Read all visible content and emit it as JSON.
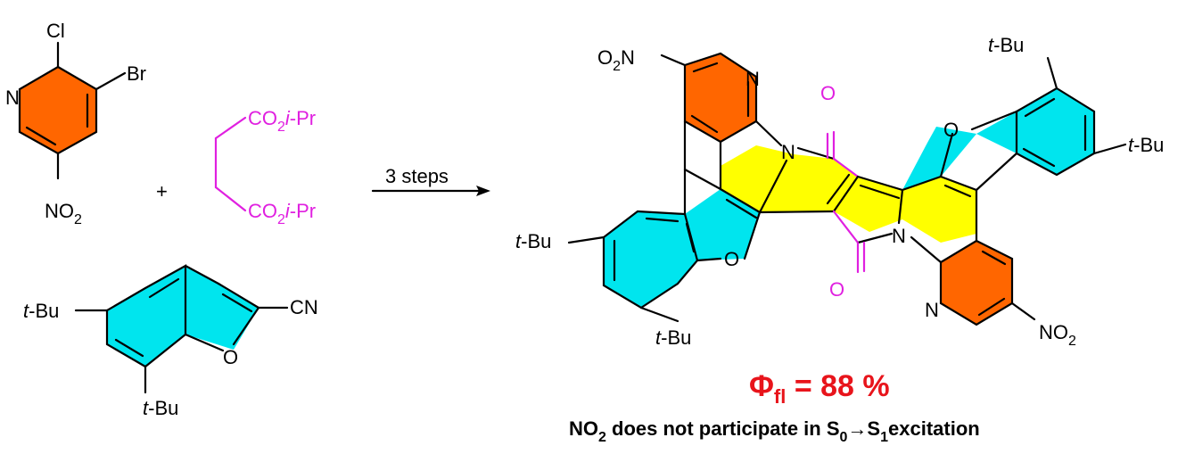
{
  "reactants": {
    "pyridine": {
      "cl": "Cl",
      "br": "Br",
      "n": "N",
      "no2": "NO",
      "no2_sub": "2"
    },
    "plus": "+",
    "diester": {
      "top_co": "CO",
      "top_sub": "2",
      "top_i": "i",
      "top_pr": "-Pr",
      "bot_co": "CO",
      "bot_sub": "2",
      "bot_i": "i",
      "bot_pr": "-Pr"
    },
    "benzofuran": {
      "tbu_left_t": "t",
      "tbu_left": "-Bu",
      "cn": "CN",
      "o": "O",
      "tbu_bottom_t": "t",
      "tbu_bottom": "-Bu"
    }
  },
  "arrow": {
    "label": "3 steps"
  },
  "product": {
    "o2n_o": "O",
    "o2n_sub": "2",
    "o2n_n": "N",
    "n_pyr_top": "N",
    "n_lactam_left": "N",
    "carbonyl_top": "O",
    "o_furan_right": "O",
    "tbu_tr_t": "t",
    "tbu_tr": "-Bu",
    "tbu_r_t": "t",
    "tbu_r": "-Bu",
    "tbu_l_t": "t",
    "tbu_l": "-Bu",
    "o_furan_left": "O",
    "n_lactam_right": "N",
    "carbonyl_bottom": "O",
    "n_pyr_bottom": "N",
    "no2_n": "NO",
    "no2_sub": "2",
    "tbu_bl_t": "t",
    "tbu_bl": "-Bu"
  },
  "yield": {
    "phi": "Φ",
    "phi_sub": "fl",
    "rest": " = 88 %"
  },
  "note": {
    "a": "NO",
    "a_sub": "2",
    "b": " does not participate in S",
    "b_sub": "0",
    "arrow": "→",
    "c": "S",
    "c_sub": "1",
    "d": "excitation"
  },
  "colors": {
    "pyridine": "#ff6600",
    "benzofuran": "#00e5ee",
    "core": "#ffff00",
    "diester": "#e020e0",
    "yield": "#e8141b"
  }
}
